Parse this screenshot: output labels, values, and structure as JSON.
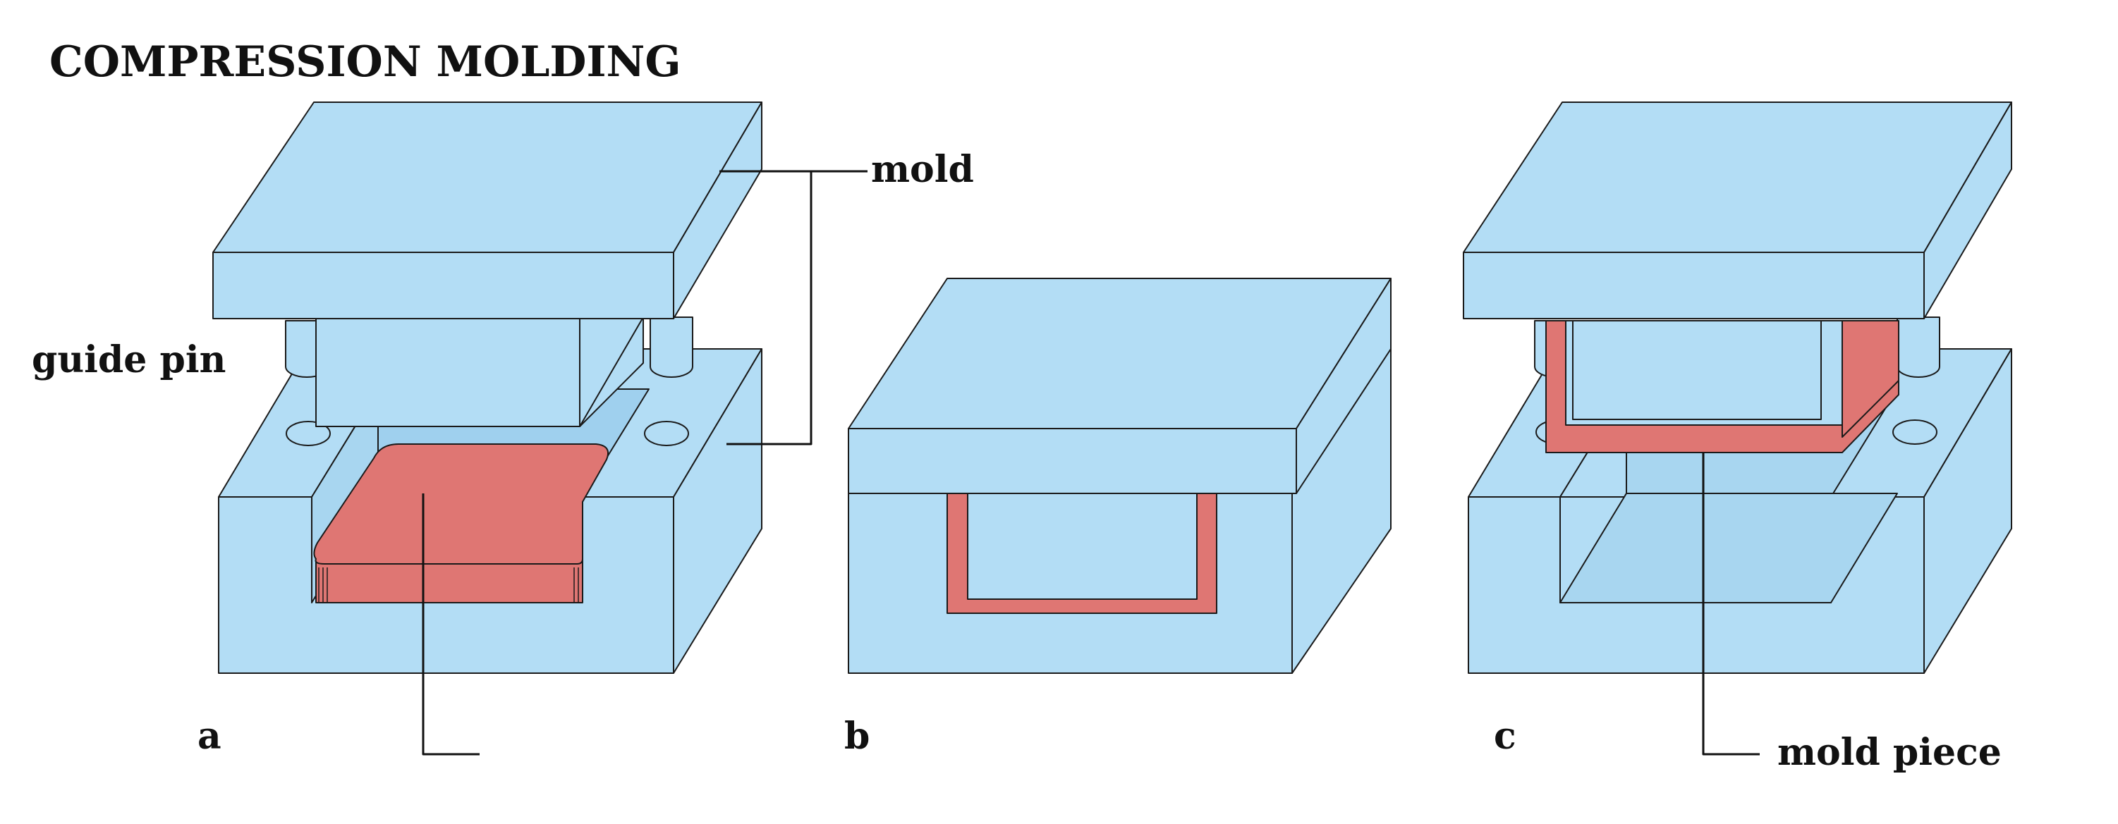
{
  "title": "COMPRESSION MOLDING",
  "labels": {
    "mold": "mold",
    "guide_pin": "guide pin",
    "mold_piece": "mold piece"
  },
  "panels": [
    {
      "id": "a",
      "caption": "a"
    },
    {
      "id": "b",
      "caption": "b"
    },
    {
      "id": "c",
      "caption": "c"
    }
  ],
  "colors": {
    "mold": "#b3ddf5",
    "material": "#df7673",
    "outline": "#1a1a1a"
  }
}
